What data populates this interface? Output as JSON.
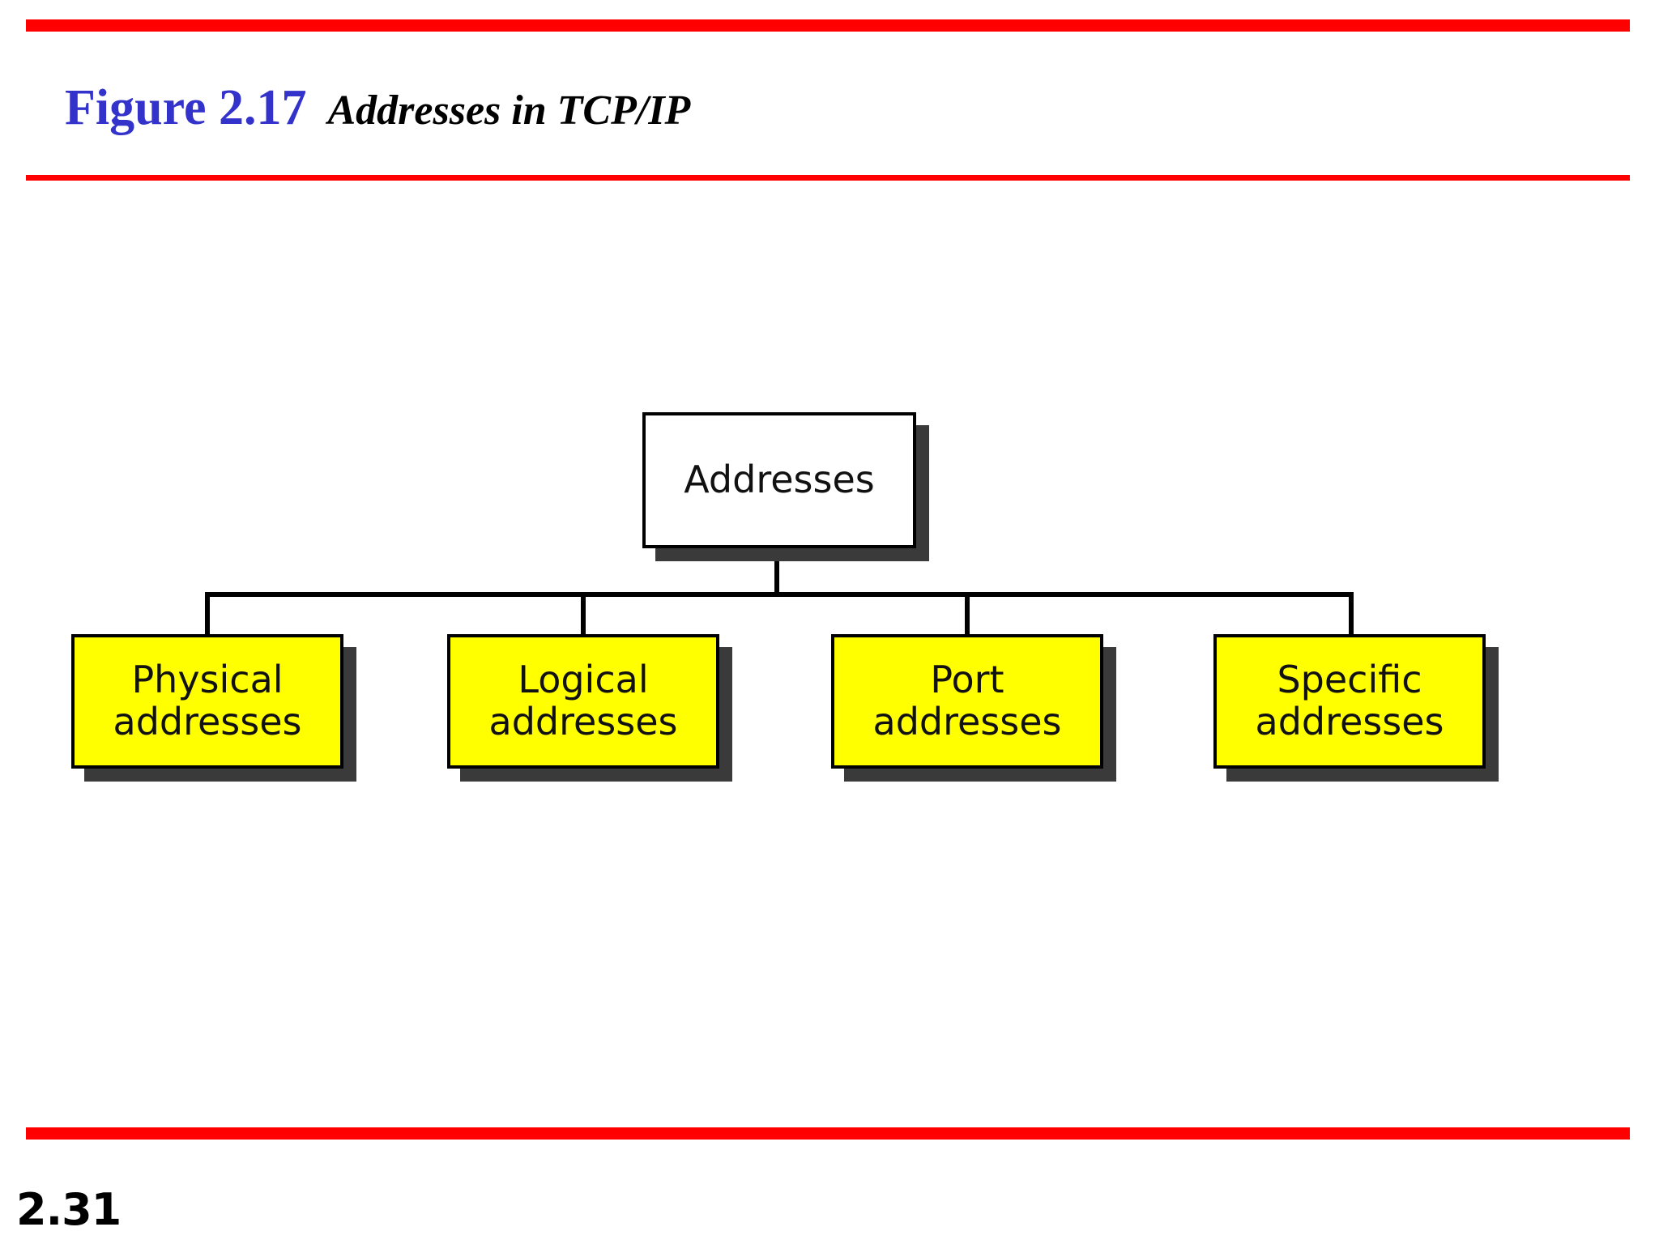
{
  "slide": {
    "page_number": "2.31",
    "accent_color": "#fe0000",
    "figure_number_color": "#3333cc"
  },
  "title": {
    "figure_number": "Figure 2.17",
    "caption": "Addresses in TCP/IP"
  },
  "chart_data": {
    "type": "diagram",
    "title": "Addresses in TCP/IP",
    "layout": "tree",
    "root": {
      "label": "Addresses",
      "fill": "#ffffff",
      "border": "#000000"
    },
    "children": [
      {
        "label": "Physical\naddresses",
        "line1": "Physical",
        "line2": "addresses",
        "fill": "#ffff00",
        "border": "#000000"
      },
      {
        "label": "Logical\naddresses",
        "line1": "Logical",
        "line2": "addresses",
        "fill": "#ffff00",
        "border": "#000000"
      },
      {
        "label": "Port\naddresses",
        "line1": "Port",
        "line2": "addresses",
        "fill": "#ffff00",
        "border": "#000000"
      },
      {
        "label": "Specific\naddresses",
        "line1": "Specific",
        "line2": "addresses",
        "fill": "#ffff00",
        "border": "#000000"
      }
    ],
    "edges": [
      {
        "from": "Addresses",
        "to": "Physical addresses"
      },
      {
        "from": "Addresses",
        "to": "Logical addresses"
      },
      {
        "from": "Addresses",
        "to": "Port addresses"
      },
      {
        "from": "Addresses",
        "to": "Specific addresses"
      }
    ]
  }
}
